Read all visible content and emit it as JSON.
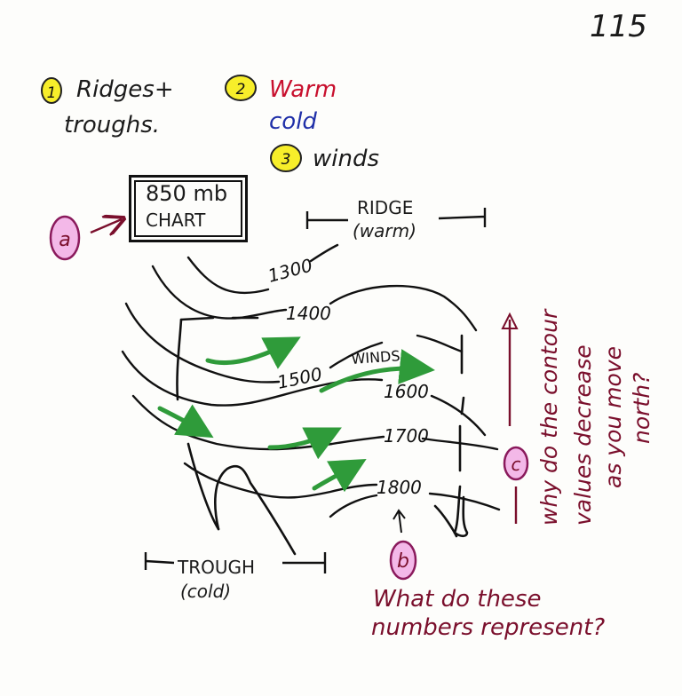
{
  "page_number": "115",
  "topics": [
    {
      "num": "1",
      "lines": [
        "Ridges+",
        "troughs."
      ]
    },
    {
      "num": "2",
      "lines": [
        "Warm",
        "cold"
      ]
    },
    {
      "num": "3",
      "lines": [
        "winds"
      ]
    }
  ],
  "chart_box": {
    "line1": "850 mb",
    "line2": "CHART"
  },
  "ridge": {
    "label": "RIDGE",
    "sub": "(warm)"
  },
  "trough": {
    "label": "TROUGH",
    "sub": "(cold)"
  },
  "contours": [
    "1300",
    "1400",
    "1500",
    "1600",
    "1700",
    "1800"
  ],
  "winds_label": "WINDS",
  "markers": {
    "a": "a",
    "b": "b",
    "c": "c"
  },
  "question_b": [
    "What do these",
    "numbers represent?"
  ],
  "question_c": [
    "why do the contour",
    "values decrease",
    "as you move",
    "north?"
  ],
  "colors": {
    "ink": "#111111",
    "marker_fill": "#f3b8e8",
    "marker_stroke": "#8a1a5c",
    "yellow": "#f7ee2a",
    "warm": "#c8102e",
    "cold": "#1f2fa8",
    "question": "#7a0f2c",
    "arrow_green": "#2f9b3a"
  }
}
